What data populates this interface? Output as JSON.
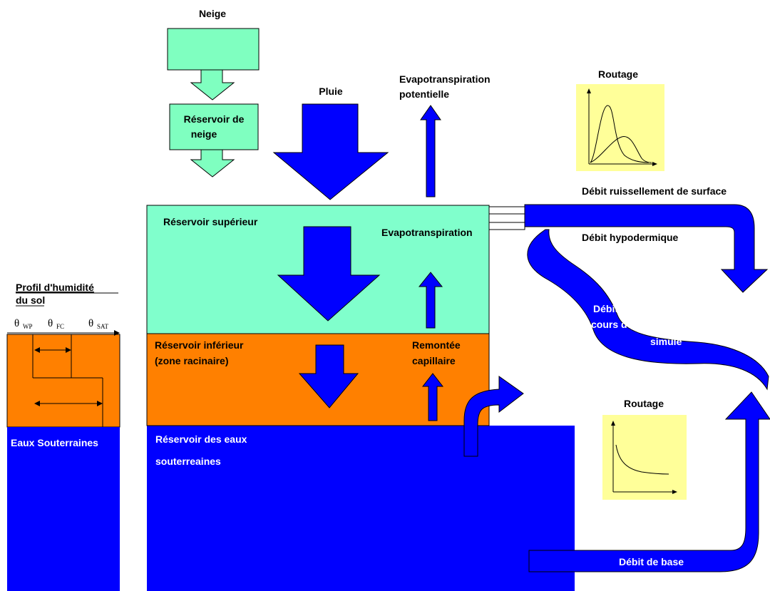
{
  "labels": {
    "neige": "Neige",
    "reservoir_neige_1": "Réservoir de",
    "reservoir_neige_2": "neige",
    "pluie": "Pluie",
    "evapo_pot_1": "Evapotranspiration",
    "evapo_pot_2": "potentielle",
    "routage_top": "Routage",
    "routage_bottom": "Routage",
    "debit_surface": "Débit ruissellement de surface",
    "debit_hypodermique": "Débit hypodermique",
    "reservoir_superieur": "Réservoir supérieur",
    "evapotranspiration": "Evapotranspiration",
    "reservoir_inferieur_1": "Réservoir inférieur",
    "reservoir_inferieur_2": "(zone racinaire)",
    "remontee_1": "Remontée",
    "remontee_2": "capillaire",
    "reservoir_eaux_1": "Réservoir des eaux",
    "reservoir_eaux_2": "souterreaines",
    "debit_cours_1": "Débit de",
    "debit_cours_2": "cours d'eau",
    "debit_cours_3": "simulé",
    "debit_base": "Débit de base",
    "profil_1": "Profil d'humidité",
    "profil_2": "du sol",
    "theta_wp": "θ",
    "theta_wp_sub": "WP",
    "theta_fc": "θ",
    "theta_fc_sub": "FC",
    "theta_sat": "θ",
    "theta_sat_sub": "SAT",
    "eaux_souterraines": "Eaux Souterraines"
  },
  "colors": {
    "snow_green": "#7fffc0",
    "upper_green": "#80ffcc",
    "orange": "#ff8000",
    "blue": "#0000ff",
    "routing_yellow": "#ffff99"
  }
}
